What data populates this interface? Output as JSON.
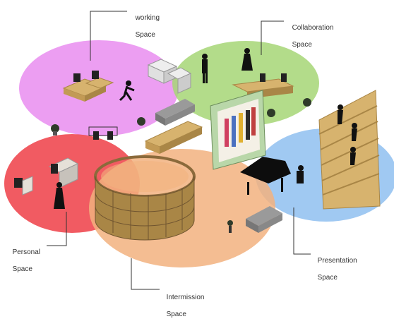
{
  "zones": [
    {
      "id": "working",
      "line1": "working",
      "line2": "Space",
      "color": "#e98df0"
    },
    {
      "id": "collaboration",
      "line1": "Collaboration",
      "line2": "Space",
      "color": "#a6d676"
    },
    {
      "id": "personal",
      "line1": "Personal",
      "line2": "Space",
      "color": "#ee3e46"
    },
    {
      "id": "presentation",
      "line1": "Presentation",
      "line2": "Space",
      "color": "#8fbff0"
    },
    {
      "id": "intermission",
      "line1": "Intermission",
      "line2": "Space",
      "color": "#f2b27f"
    }
  ],
  "palette": {
    "wood": "#d7b36e",
    "wood_dark": "#a98646",
    "sofa": "#9a9a9a",
    "figure": "#111111",
    "screen_frame": "#b9d7a9"
  }
}
